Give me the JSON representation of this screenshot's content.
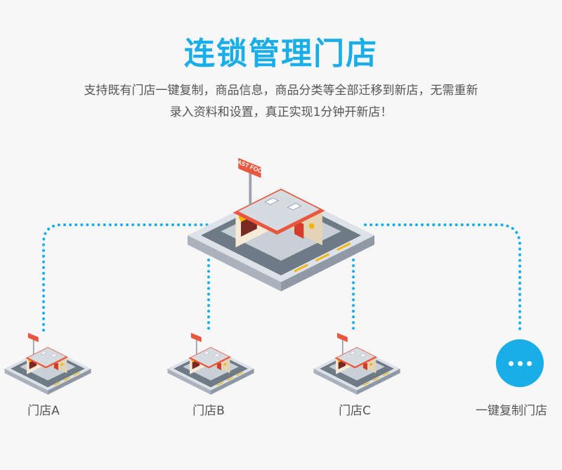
{
  "title": "连锁管理门店",
  "description": {
    "line1": "支持既有门店一键复制，商品信息，商品分类等全部迁移到新店，无需重新",
    "line2": "录入资料和设置，真正实现1分钟开新店！"
  },
  "main_store_sign": "FAST FOOD",
  "branches": [
    {
      "label": "门店A"
    },
    {
      "label": "门店B"
    },
    {
      "label": "门店C"
    }
  ],
  "copy_action": {
    "label": "一键复制门店",
    "icon": "ellipsis-icon"
  },
  "colors": {
    "accent": "#1aaee8",
    "title": "#1aaee8",
    "roof": "#e9573e",
    "wall": "#f4ead6",
    "road": "#6e7a86",
    "sidewalk": "#c9cfd6",
    "stripe": "#f5b400"
  }
}
